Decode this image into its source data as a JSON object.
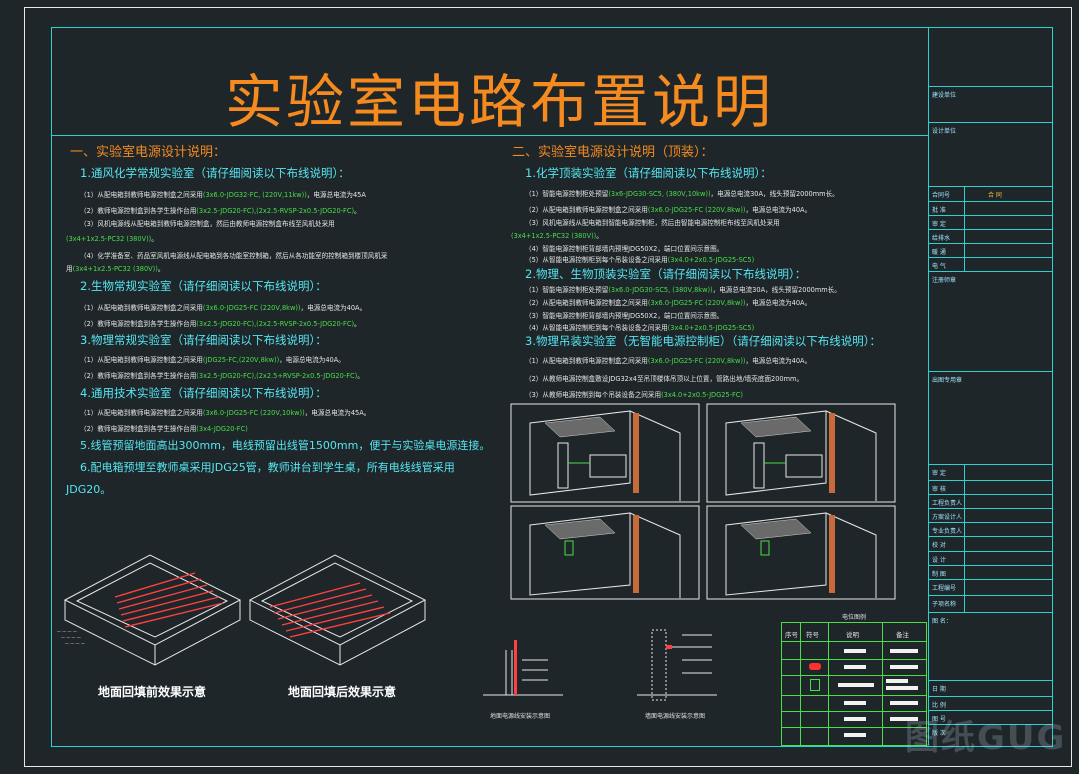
{
  "title": "实验室电路布置说明",
  "left": {
    "section": "一、实验室电源设计说明：",
    "groups": [
      {
        "heading": "1.通风化学常规实验室（请仔细阅读以下布线说明）：",
        "items": [
          {
            "pre": "（1）从配电箱到教师电源控制盒之间采用",
            "hl": "(3x6.0-JDG32-FC, (220V,11kw))",
            "hlc": "g",
            "post": "，电源总电流为45A"
          },
          {
            "pre": "（2）教师电源控制盒到各学生操作台用",
            "hl": "(3x2.5-JDG20-FC),(2x2.5-RVSP-2x0.5-JDG20-FC)",
            "hlc": "g",
            "post": "。"
          },
          {
            "pre": "（3）风机电源线从配电箱到教师电源控制盒，然后由教师电源控制盒布线至风机处采用",
            "hl": "",
            "hlc": "g",
            "post": ""
          },
          {
            "pre": "",
            "hl": "(3x4+1x2.5-PC32 (380V))",
            "hlc": "g",
            "post": "。"
          },
          {
            "pre": "（4）化学准备室、药品室风机电源线从配电箱到各功能室控制箱，然后从各功能室的控制箱到楼顶风机采",
            "hl": "",
            "hlc": "g",
            "post": ""
          },
          {
            "pre": "用",
            "hl": "(3x4+1x2.5-PC32 (380V))",
            "hlc": "g",
            "post": "。"
          }
        ]
      },
      {
        "heading": "2.生物常规实验室（请仔细阅读以下布线说明）：",
        "items": [
          {
            "pre": "（1）从配电箱到教师电源控制盒之间采用",
            "hl": "(3x6.0-JDG25-FC (220V,8kw))",
            "hlc": "g",
            "post": "，电源总电流为40A。"
          },
          {
            "pre": "（2）教师电源控制盒到各学生操作台用",
            "hl": "(3x2.5-JDG20-FC),(2x2.5-RVSP-2x0.5-JDG20-FC)",
            "hlc": "g",
            "post": "。"
          }
        ]
      },
      {
        "heading": "3.物理常规实验室（请仔细阅读以下布线说明）：",
        "items": [
          {
            "pre": "（1）从配电箱到教师电源控制盒之间采用",
            "hl": "(JDG25-FC,(220V,8kw))",
            "hlc": "g",
            "post": "，电源总电流为40A。"
          },
          {
            "pre": "（2）教师电源控制盒到各学生操作台用",
            "hl": "(3x2.5-JDG20-FC),(2x2.5+RVSP-2x0.5-JDG20-FC)",
            "hlc": "g",
            "post": "。"
          }
        ]
      },
      {
        "heading": "4.通用技术实验室（请仔细阅读以下布线说明）：",
        "items": [
          {
            "pre": "（1）从配电箱到教师电源控制盒之间采用",
            "hl": "(3x6.0-JDG25-FC (220V,10kw))",
            "hlc": "g",
            "post": "，电源总电流为45A。"
          },
          {
            "pre": "（2）教师电源控制盒到各学生操作台用",
            "hl": "(3x4-JDG20-FC)",
            "hlc": "g",
            "post": ""
          }
        ]
      }
    ],
    "notes": [
      "5.线管预留地面高出300mm，电线预留出线管1500mm，便于与实验桌电源连接。",
      "6.配电箱预埋至教师桌采用JDG25管，教师讲台到学生桌，所有电线线管采用",
      "JDG20。"
    ],
    "captions": [
      "地面回填前效果示意",
      "地面回填后效果示意"
    ]
  },
  "right": {
    "section": "二、实验室电源设计说明（顶装）：",
    "groups": [
      {
        "heading": "1.化学顶装实验室（请仔细阅读以下布线说明）：",
        "items": [
          {
            "pre": "（1）智能电源控制柜处预留",
            "hl": "(3x6-JDG30-SC5, (380V,10kw))",
            "hlc": "g",
            "post": "，电源总电流30A，线头预留2000mm长。"
          },
          {
            "pre": "（2）从配电箱到教师电源控制盒之间采用",
            "hl": "(3x6.0-JDG25-FC (220V,8kw))",
            "hlc": "g",
            "post": "，电源总电流为40A。"
          },
          {
            "pre": "（3）风机电源线从配电箱到智能电源控制柜，然后由智能电源控制柜布线至风机处采用",
            "hl": "",
            "hlc": "g",
            "post": ""
          },
          {
            "pre": "",
            "hl": "(3x4+1x2.5-PC32 (380V))",
            "hlc": "g",
            "post": "。"
          },
          {
            "pre": "（4）智能电源控制柜背部墙内预埋JDG50X2，端口位置间示意图。",
            "hl": "",
            "hlc": "g",
            "post": ""
          },
          {
            "pre": "（5）从智能电源控制柜到每个吊装设备之间采用",
            "hl": "(3x4.0+2x0.5-JDG25-SC5)",
            "hlc": "g",
            "post": ""
          }
        ]
      },
      {
        "heading": "2.物理、生物顶装实验室（请仔细阅读以下布线说明）：",
        "items": [
          {
            "pre": "（1）智能电源控制柜处预留",
            "hl": "(3x6.0-JDG30-SC5, (380V,8kw))",
            "hlc": "g",
            "post": "，电源总电流30A，线头预留2000mm长。"
          },
          {
            "pre": "（2）从配电箱到教师电源控制盒之间采用",
            "hl": "(3x6.0-JDG25-FC (220V,8kw))",
            "hlc": "g",
            "post": "，电源总电流为40A。"
          },
          {
            "pre": "（3）智能电源控制柜背部墙内预埋JDG50X2，端口位置间示意图。",
            "hl": "",
            "hlc": "g",
            "post": ""
          },
          {
            "pre": "（4）从智能电源控制柜到每个吊装设备之间采用",
            "hl": "(3x4.0+2x0.5-JDG25-SC5)",
            "hlc": "g",
            "post": ""
          }
        ]
      },
      {
        "heading": "3.物理吊装实验室（无智能电源控制柜）（请仔细阅读以下布线说明）：",
        "items": [
          {
            "pre": "（1）从配电箱到教师电源控制盒之间采用",
            "hl": "(3x6.0-JDG25-FC (220V,8kw))",
            "hlc": "g",
            "post": "，电源总电流为40A。"
          },
          {
            "pre": "（2）从教师电源控制盒敷设JDG32x4至吊顶楼体吊顶以上位置，管路出地/墙壳底面200mm。",
            "hl": "",
            "hlc": "g",
            "post": ""
          },
          {
            "pre": "（3）从教师电源控制到每个吊装设备之间采用",
            "hl": "(3x4.0+2x0.5-JDG25-FC)",
            "hlc": "g",
            "post": ""
          }
        ]
      }
    ],
    "small_captions": [
      "地面电源线安装示意图",
      "墙面电源线安装示意图"
    ]
  },
  "panel": {
    "rows": [
      {
        "label": "建设单位",
        "value": ""
      },
      {
        "label": "设计单位",
        "value": ""
      },
      {
        "label": "合同号",
        "value": "合 同"
      },
      {
        "label": "批 准",
        "value": ""
      },
      {
        "label": "审 定",
        "value": ""
      },
      {
        "label": "给排水",
        "value": ""
      },
      {
        "label": "暖 通",
        "value": ""
      },
      {
        "label": "电 气",
        "value": ""
      },
      {
        "label": "注册师章",
        "value": ""
      },
      {
        "label": "出图专用章",
        "value": ""
      },
      {
        "label": "审 定",
        "value": ""
      },
      {
        "label": "审 核",
        "value": ""
      },
      {
        "label": "工程负责人",
        "value": ""
      },
      {
        "label": "方案设计人",
        "value": ""
      },
      {
        "label": "专业负责人",
        "value": ""
      },
      {
        "label": "校 对",
        "value": ""
      },
      {
        "label": "设 计",
        "value": ""
      },
      {
        "label": "制 图",
        "value": ""
      },
      {
        "label": "工程编号",
        "value": ""
      },
      {
        "label": "子项名称",
        "value": ""
      },
      {
        "label": "图 名：",
        "value": ""
      },
      {
        "label": "日 期",
        "value": ""
      },
      {
        "label": "比 例",
        "value": ""
      },
      {
        "label": "图 号",
        "value": ""
      },
      {
        "label": "版 次",
        "value": ""
      }
    ]
  },
  "legend": {
    "title": "电位图例",
    "headers": [
      "序号",
      "符号",
      "说明",
      "备注"
    ]
  },
  "watermark": "图纸GUG",
  "colors": {
    "orange": "#f58a1f",
    "cyan": "#55e6f2",
    "green": "#4ade4a",
    "red": "#ff5a4a",
    "frame": "#2fd0d0"
  }
}
